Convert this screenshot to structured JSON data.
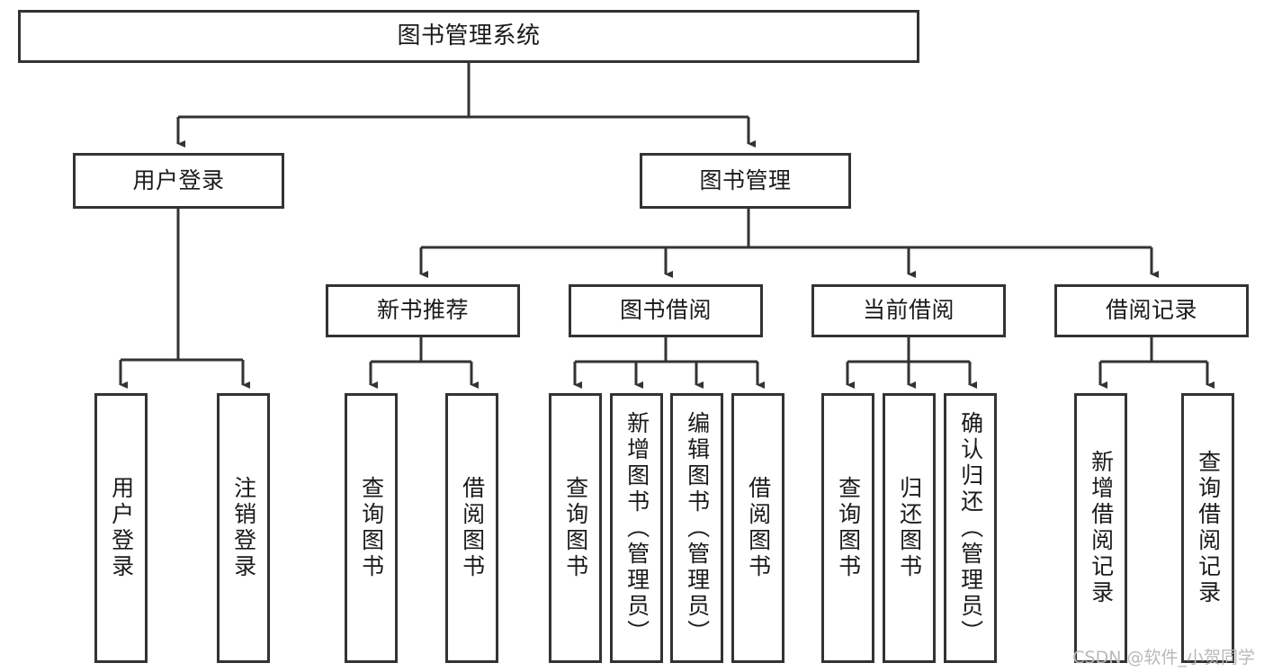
{
  "diagram": {
    "title": "图书管理系统",
    "type": "tree",
    "watermark": "CSDN @软件_小贺同学",
    "style": {
      "border_color": "#333333",
      "background": "#ffffff",
      "text_color": "#1a1a1a",
      "watermark_color": "#b9b9b9"
    },
    "nodes": {
      "root": {
        "label": "图书管理系统"
      },
      "level2": [
        {
          "label": "用户登录"
        },
        {
          "label": "图书管理"
        }
      ],
      "level3": [
        {
          "label": "新书推荐"
        },
        {
          "label": "图书借阅"
        },
        {
          "label": "当前借阅"
        },
        {
          "label": "借阅记录"
        }
      ],
      "leaves": {
        "user_login": [
          {
            "label": "用户登录"
          },
          {
            "label": "注销登录"
          }
        ],
        "new_book_recommend": [
          {
            "label": "查询图书"
          },
          {
            "label": "借阅图书"
          }
        ],
        "book_borrow": [
          {
            "label": "查询图书"
          },
          {
            "label": "新增图书（管理员）"
          },
          {
            "label": "编辑图书（管理员）"
          },
          {
            "label": "借阅图书"
          }
        ],
        "current_borrow": [
          {
            "label": "查询图书"
          },
          {
            "label": "归还图书"
          },
          {
            "label": "确认归还（管理员）"
          }
        ],
        "borrow_records": [
          {
            "label": "新增借阅记录"
          },
          {
            "label": "查询借阅记录"
          }
        ]
      }
    }
  }
}
